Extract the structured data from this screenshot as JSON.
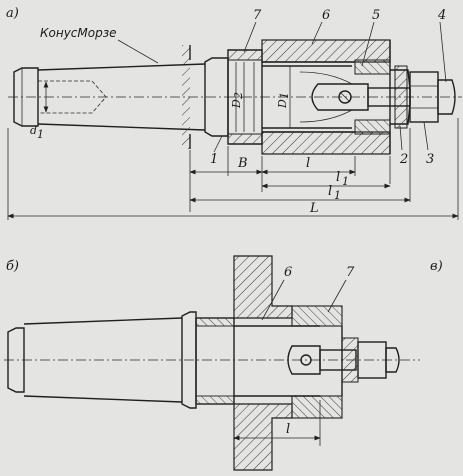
{
  "views": {
    "a": "а)",
    "b": "б)",
    "v": "в)"
  },
  "labels": {
    "morse_taper": "КонусМорзе",
    "n1": "1",
    "n2": "2",
    "n3": "3",
    "n4": "4",
    "n5": "5",
    "n6": "6",
    "n7": "7",
    "n6b": "6",
    "n7b": "7"
  },
  "dims": {
    "d1": "d",
    "d1_sub": "1",
    "D1": "D",
    "D1_sub": "1",
    "D2": "D",
    "D2_sub": "2",
    "B": "B",
    "l": "l",
    "l1a": "l",
    "l1a_sub": "1",
    "l1b": "l",
    "l1b_sub": "1",
    "L": "L",
    "l_b": "l"
  }
}
